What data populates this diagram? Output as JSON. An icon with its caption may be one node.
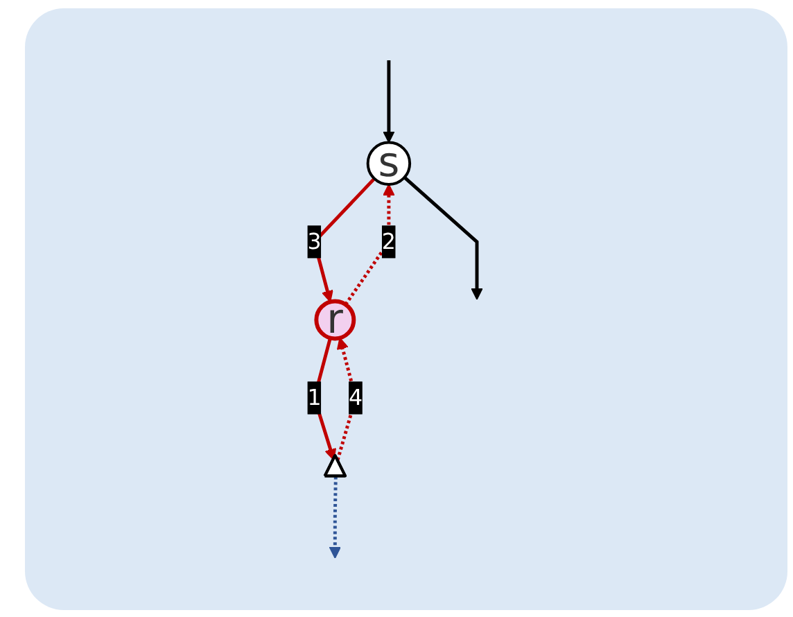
{
  "diagram": {
    "nodes": [
      {
        "text": [
          "s"
        ]
      },
      {
        "text": [
          "r"
        ]
      },
      {
        "text": [],
        "shape": "triangle"
      }
    ],
    "edges": [
      {
        "from": null,
        "to": 0,
        "arrow": "to",
        "color": "#000000"
      },
      {
        "from": 0,
        "to": null,
        "arrow": "to",
        "color": "#000000"
      },
      {
        "from": 0,
        "to": 1,
        "arrow": "to",
        "label": "3"
      },
      {
        "from": 1,
        "to": 2,
        "arrow": "to",
        "label": "1"
      },
      {
        "from": 1,
        "to": 0,
        "arrow": "to",
        "label": "2",
        "style": "dashed"
      },
      {
        "from": 2,
        "to": 1,
        "arrow": "to",
        "label": "4",
        "style": "dashed"
      },
      {
        "from": 2,
        "to": null,
        "arrow": "to",
        "style": "dashed",
        "color": "#2f5597"
      }
    ]
  }
}
